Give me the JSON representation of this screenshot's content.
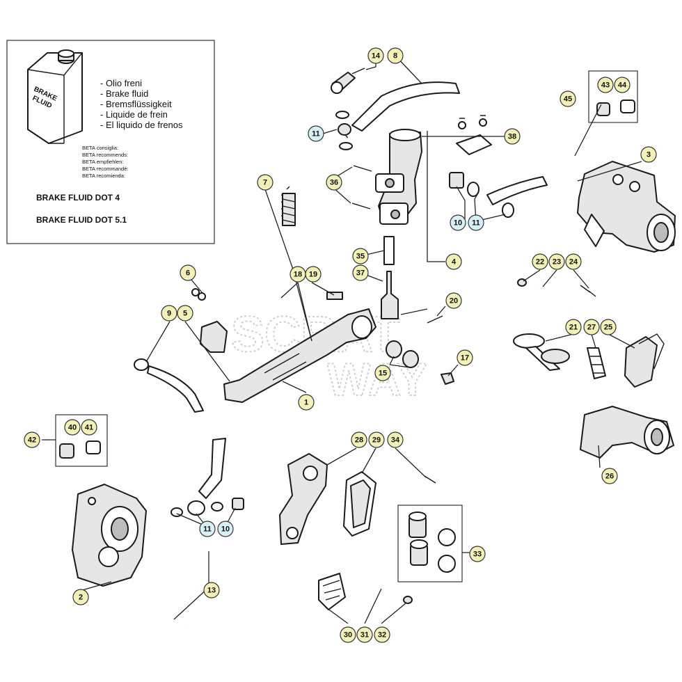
{
  "legend": {
    "can_label_line1": "BRAKE",
    "can_label_line2": "FLUID",
    "fluid_names": [
      "- Olio freni",
      "- Brake fluid",
      "- Bremsflüssigkeit",
      "- Liquide de frein",
      "- El liquido de frenos"
    ],
    "recommend_lines": [
      "BETA consiglia:",
      "BETA recommends:",
      "BETA empfiehlen:",
      "BETA recommandé:",
      "BETA recomienda:"
    ],
    "spec_1": "BRAKE FLUID DOT 4",
    "spec_2": "BRAKE FLUID DOT 5.1"
  },
  "watermark": {
    "line1": "SCRAT",
    "line2": "WAY"
  },
  "colors": {
    "callout_fill": "#f3f0b8",
    "callout_highlight_fill": "#d8f0f7",
    "line": "#1a1a1a"
  },
  "callouts": [
    {
      "id": "c14",
      "label": "14",
      "highlight": false
    },
    {
      "id": "c8",
      "label": "8",
      "highlight": false
    },
    {
      "id": "c43",
      "label": "43",
      "highlight": false
    },
    {
      "id": "c44",
      "label": "44",
      "highlight": false
    },
    {
      "id": "c45",
      "label": "45",
      "highlight": false
    },
    {
      "id": "c11a",
      "label": "11",
      "highlight": true
    },
    {
      "id": "c38",
      "label": "38",
      "highlight": false
    },
    {
      "id": "c3",
      "label": "3",
      "highlight": false
    },
    {
      "id": "c7",
      "label": "7",
      "highlight": false
    },
    {
      "id": "c36",
      "label": "36",
      "highlight": false
    },
    {
      "id": "c10a",
      "label": "10",
      "highlight": true
    },
    {
      "id": "c11b",
      "label": "11",
      "highlight": true
    },
    {
      "id": "c35",
      "label": "35",
      "highlight": false
    },
    {
      "id": "c4",
      "label": "4",
      "highlight": false
    },
    {
      "id": "c22",
      "label": "22",
      "highlight": false
    },
    {
      "id": "c23",
      "label": "23",
      "highlight": false
    },
    {
      "id": "c24",
      "label": "24",
      "highlight": false
    },
    {
      "id": "c6",
      "label": "6",
      "highlight": false
    },
    {
      "id": "c18",
      "label": "18",
      "highlight": false
    },
    {
      "id": "c19",
      "label": "19",
      "highlight": false
    },
    {
      "id": "c37",
      "label": "37",
      "highlight": false
    },
    {
      "id": "c20",
      "label": "20",
      "highlight": false
    },
    {
      "id": "c9",
      "label": "9",
      "highlight": false
    },
    {
      "id": "c5",
      "label": "5",
      "highlight": false
    },
    {
      "id": "c21",
      "label": "21",
      "highlight": false
    },
    {
      "id": "c27",
      "label": "27",
      "highlight": false
    },
    {
      "id": "c25",
      "label": "25",
      "highlight": false
    },
    {
      "id": "c17",
      "label": "17",
      "highlight": false
    },
    {
      "id": "c15",
      "label": "15",
      "highlight": false
    },
    {
      "id": "c1",
      "label": "1",
      "highlight": false
    },
    {
      "id": "c40",
      "label": "40",
      "highlight": false
    },
    {
      "id": "c41",
      "label": "41",
      "highlight": false
    },
    {
      "id": "c42",
      "label": "42",
      "highlight": false
    },
    {
      "id": "c28",
      "label": "28",
      "highlight": false
    },
    {
      "id": "c29",
      "label": "29",
      "highlight": false
    },
    {
      "id": "c34",
      "label": "34",
      "highlight": false
    },
    {
      "id": "c26",
      "label": "26",
      "highlight": false
    },
    {
      "id": "c11c",
      "label": "11",
      "highlight": true
    },
    {
      "id": "c10b",
      "label": "10",
      "highlight": true
    },
    {
      "id": "c33",
      "label": "33",
      "highlight": false
    },
    {
      "id": "c13",
      "label": "13",
      "highlight": false
    },
    {
      "id": "c2",
      "label": "2",
      "highlight": false
    },
    {
      "id": "c30",
      "label": "30",
      "highlight": false
    },
    {
      "id": "c31",
      "label": "31",
      "highlight": false
    },
    {
      "id": "c32",
      "label": "32",
      "highlight": false
    }
  ]
}
